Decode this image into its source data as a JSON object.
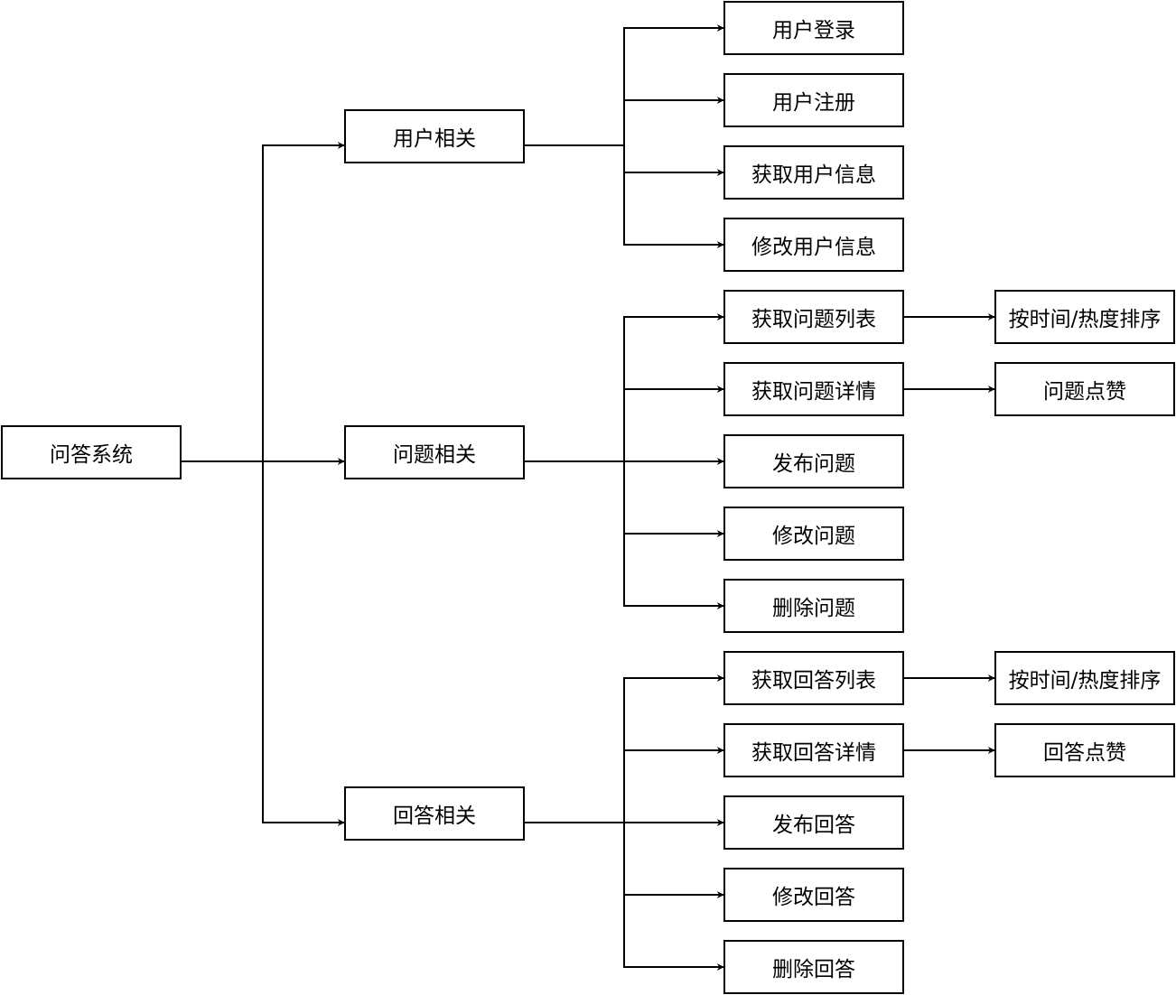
{
  "diagram": {
    "root": {
      "label": "问答系统"
    },
    "categories": [
      {
        "label": "用户相关",
        "children": [
          {
            "label": "用户登录"
          },
          {
            "label": "用户注册"
          },
          {
            "label": "获取用户信息"
          },
          {
            "label": "修改用户信息"
          }
        ]
      },
      {
        "label": "问题相关",
        "children": [
          {
            "label": "获取问题列表",
            "child": {
              "label": "按时间/热度排序"
            }
          },
          {
            "label": "获取问题详情",
            "child": {
              "label": "问题点赞"
            }
          },
          {
            "label": "发布问题"
          },
          {
            "label": "修改问题"
          },
          {
            "label": "删除问题"
          }
        ]
      },
      {
        "label": "回答相关",
        "children": [
          {
            "label": "获取回答列表",
            "child": {
              "label": "按时间/热度排序"
            }
          },
          {
            "label": "获取回答详情",
            "child": {
              "label": "回答点赞"
            }
          },
          {
            "label": "发布回答"
          },
          {
            "label": "修改回答"
          },
          {
            "label": "删除回答"
          }
        ]
      }
    ]
  }
}
